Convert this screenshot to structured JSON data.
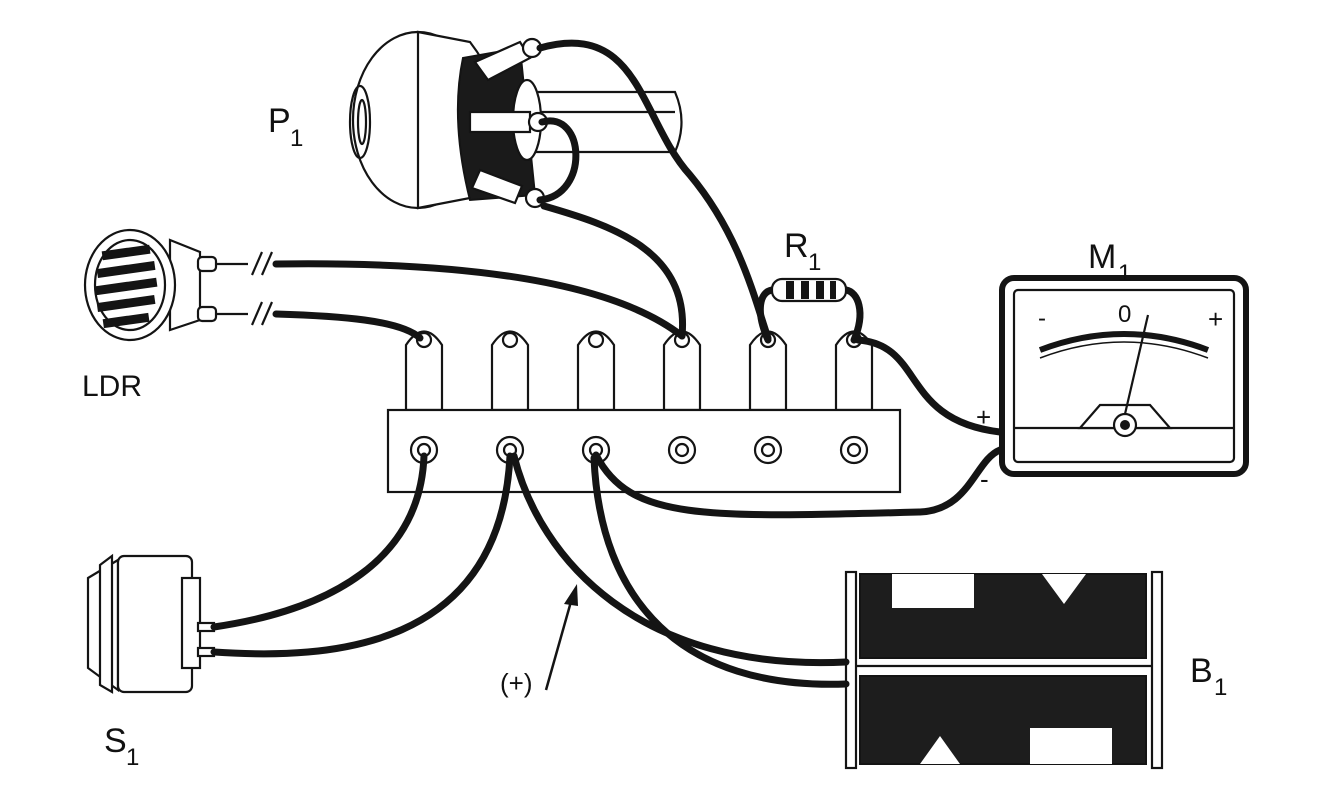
{
  "labels": {
    "potentiometer": {
      "main": "P",
      "sub": "1"
    },
    "resistor": {
      "main": "R",
      "sub": "1"
    },
    "meter": {
      "main": "M",
      "sub": "1"
    },
    "ldr": "LDR",
    "switch": {
      "main": "S",
      "sub": "1"
    },
    "battery": {
      "main": "B",
      "sub": "1"
    },
    "positive_arrow": "(+)"
  },
  "meter": {
    "scale_minus": "-",
    "scale_zero": "0",
    "scale_plus": "+",
    "terminal_plus": "+",
    "terminal_minus": "-"
  },
  "terminal_strip": {
    "lug_count": 6
  },
  "colors": {
    "ink": "#141414",
    "paper": "#ffffff"
  }
}
